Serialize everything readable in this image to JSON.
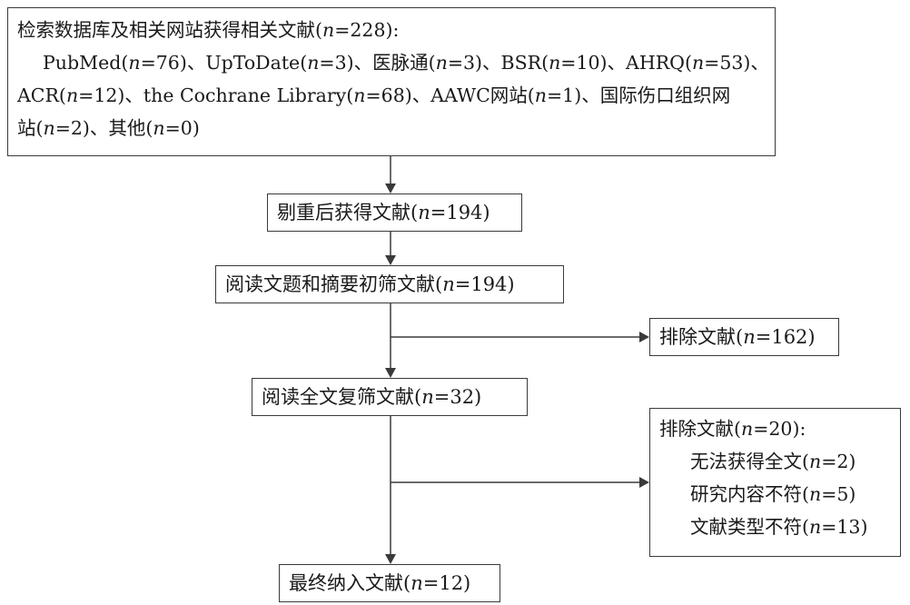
{
  "search": {
    "lines": [
      "检索数据库及相关网站获得相关文献(n=228):",
      "PubMed(n=76)、UpToDate(n=3)、医脉通(n=3)、BSR(n=10)、AHRQ(n=53)、",
      "ACR(n=12)、the Cochrane Library(n=68)、AAWC网站(n=1)、国际伤口组织网",
      "站(n=2)、其他(n=0)"
    ]
  },
  "dedup": {
    "text": "剔重后获得文献(n=194)"
  },
  "screen_title": {
    "text": "阅读文题和摘要初筛文献(n=194)"
  },
  "exclude_1": {
    "text": "排除文献(n=162)"
  },
  "screen_full": {
    "text": "阅读全文复筛文献(n=32)"
  },
  "exclude_2": {
    "title": "排除文献(n=20):",
    "reasons": [
      "无法获得全文(n=2)",
      "研究内容不符(n=5)",
      "文献类型不符(n=13)"
    ]
  },
  "final": {
    "text": "最终纳入文献(n=12)"
  }
}
